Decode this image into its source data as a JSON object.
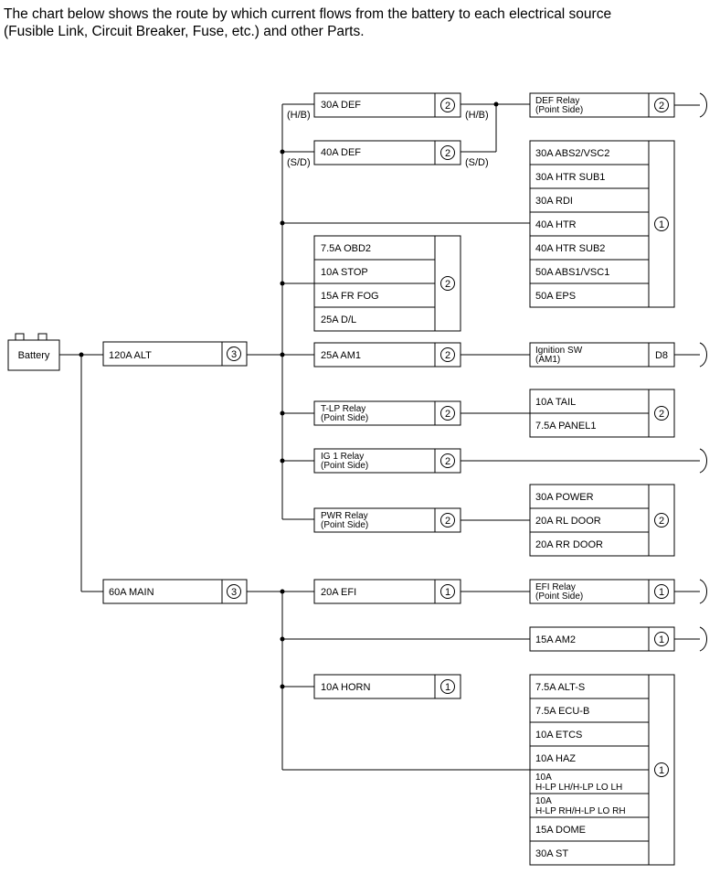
{
  "intro": {
    "line1": "The chart below shows the route by which current flows from the battery to each electrical source",
    "line2": "(Fusible Link, Circuit Breaker, Fuse, etc.) and other Parts."
  },
  "battery": {
    "label": "Battery"
  },
  "main_links": [
    {
      "label": "120A ALT",
      "num": "3"
    },
    {
      "label": "60A MAIN",
      "num": "3"
    }
  ],
  "alt_fuses": [
    {
      "label": "30A DEF",
      "num": "2",
      "tag_left": "(H/B)",
      "tag_right": "(H/B)"
    },
    {
      "label": "40A DEF",
      "num": "2",
      "tag_left": "(S/D)",
      "tag_right": "(S/D)"
    }
  ],
  "def_relay": {
    "line1": "DEF Relay",
    "line2": "(Point Side)",
    "num": "2"
  },
  "big_group": {
    "items": [
      "30A ABS2/VSC2",
      "30A HTR SUB1",
      "30A RDI",
      "40A HTR",
      "40A HTR SUB2",
      "50A ABS1/VSC1",
      "50A EPS"
    ],
    "num": "1"
  },
  "mid_group": {
    "items": [
      "7.5A OBD2",
      "10A STOP",
      "15A FR FOG",
      "25A D/L"
    ],
    "num": "2"
  },
  "am1": {
    "label": "25A AM1",
    "num": "2"
  },
  "ignition_sw": {
    "line1": "Ignition SW",
    "line2": "(AM1)",
    "num": "D8"
  },
  "tlp_relay": {
    "line1": "T-LP Relay",
    "line2": "(Point Side)",
    "num": "2"
  },
  "tail_group": {
    "items": [
      "10A TAIL",
      "7.5A PANEL1"
    ],
    "num": "2"
  },
  "ig1_relay": {
    "line1": "IG 1 Relay",
    "line2": "(Point Side)",
    "num": "2"
  },
  "pwr_relay": {
    "line1": "PWR Relay",
    "line2": "(Point Side)",
    "num": "2"
  },
  "power_group": {
    "items": [
      "30A POWER",
      "20A RL DOOR",
      "20A RR DOOR"
    ],
    "num": "2"
  },
  "efi": {
    "label": "20A EFI",
    "num": "1"
  },
  "efi_relay": {
    "line1": "EFI Relay",
    "line2": "(Point Side)",
    "num": "1"
  },
  "am2": {
    "label": "15A AM2",
    "num": "1"
  },
  "horn": {
    "label": "10A HORN",
    "num": "1"
  },
  "bottom_group": {
    "items": [
      {
        "l1": "7.5A ALT-S",
        "l2": ""
      },
      {
        "l1": "7.5A ECU-B",
        "l2": ""
      },
      {
        "l1": "10A ETCS",
        "l2": ""
      },
      {
        "l1": "10A HAZ",
        "l2": ""
      },
      {
        "l1": "10A",
        "l2": "H-LP LH/H-LP LO LH"
      },
      {
        "l1": "10A",
        "l2": "H-LP RH/H-LP LO RH"
      },
      {
        "l1": "15A DOME",
        "l2": ""
      },
      {
        "l1": "30A ST",
        "l2": ""
      }
    ],
    "num": "1"
  }
}
